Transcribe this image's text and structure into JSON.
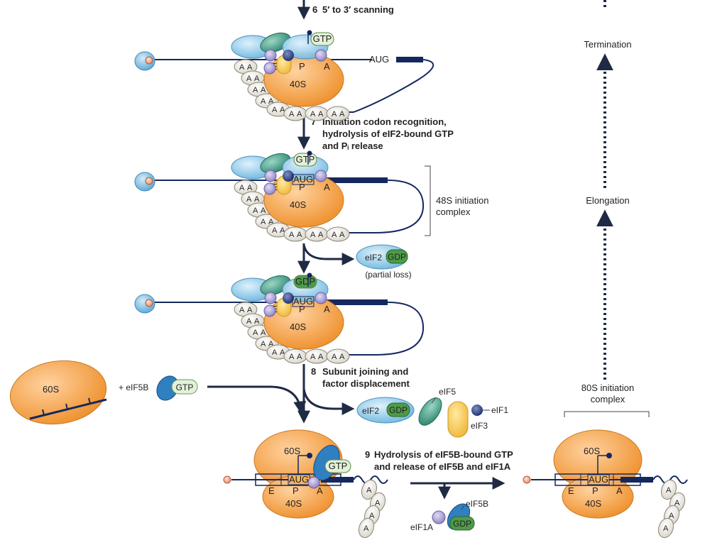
{
  "steps": {
    "step6": {
      "num": "6",
      "text": "5′ to 3′ scanning"
    },
    "step7": {
      "num": "7",
      "lines": [
        "Initiation codon recognition,",
        "hydrolysis of eIF2-bound GTP",
        "and Pᵢ release"
      ]
    },
    "step8": {
      "num": "8",
      "lines": [
        "Subunit joining and",
        "factor displacement"
      ]
    },
    "step9": {
      "num": "9",
      "lines": [
        "Hydrolysis of eIF5B-bound GTP",
        "and release of eIF5B and eIF1A"
      ]
    }
  },
  "right_column": {
    "termination": "Termination",
    "elongation": "Elongation",
    "complex_80s": [
      "80S initiation",
      "complex"
    ]
  },
  "complex_48s": [
    "48S initiation",
    "complex"
  ],
  "released": {
    "eif2": "eIF2",
    "gdp": "GDP",
    "partial_loss": "(partial loss)",
    "eif5": "eIF5",
    "eif1": "eIF1",
    "eif3": "eIF3",
    "eif5b": "eIF5B",
    "eif1a": "eIF1A",
    "plus_eif5b": "+ eIF5B"
  },
  "nucleotides": {
    "gtp": "GTP",
    "gdp": "GDP"
  },
  "ribosome": {
    "small": "40S",
    "large": "60S",
    "sites": [
      "E",
      "P",
      "A"
    ],
    "codon": "AUG",
    "polyA": [
      "A",
      "A",
      "A",
      "A",
      "A",
      "A",
      "A",
      "A",
      "A",
      "A",
      "A",
      "A"
    ]
  },
  "colors": {
    "subunit_orange": "#f2a03d",
    "mrna_navy": "#14285f",
    "factor_blue": "#8fc8e8",
    "factor_teal": "#3f9a85",
    "nucleotide_green": "#bfe0b0",
    "purple_ball": "#a79bd1",
    "eif3_yellow": "#f5c84c",
    "cap_red": "#e07b57"
  }
}
